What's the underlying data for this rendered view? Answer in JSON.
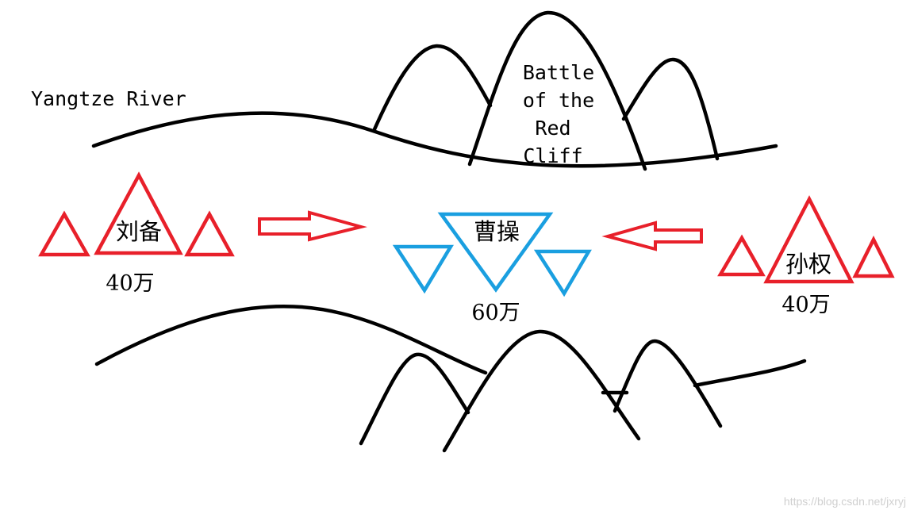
{
  "river_label": "Yangtze River",
  "battle_label": [
    "Battle",
    "of the",
    "Red",
    "Cliff"
  ],
  "forces": {
    "liu_bei": {
      "name": "刘备",
      "strength": "40万"
    },
    "cao_cao": {
      "name": "曹操",
      "strength": "60万"
    },
    "sun_quan": {
      "name": "孙权",
      "strength": "40万"
    }
  },
  "watermark": "https://blog.csdn.net/jxryj",
  "colors": {
    "allied": "#e8202a",
    "cao": "#1a9fe0",
    "terrain": "#000000"
  }
}
